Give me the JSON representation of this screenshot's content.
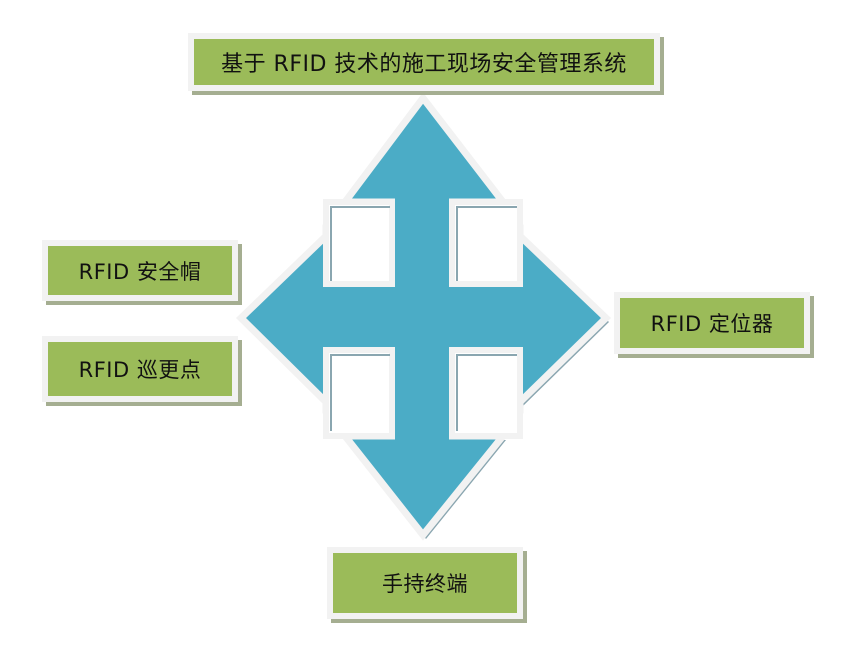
{
  "diagram": {
    "title": "基于 RFID 技术的施工现场安全管理系统",
    "center_shape": "four-way-arrow",
    "nodes": {
      "top": "基于 RFID 技术的施工现场安全管理系统",
      "left_upper": "RFID 安全帽",
      "left_lower": "RFID 巡更点",
      "right": "RFID 定位器",
      "bottom": "手持终端"
    },
    "colors": {
      "box_fill": "#9bbb59",
      "box_border": "#f2f2f2",
      "box_shadow": "#a5ae91",
      "arrow_fill": "#4bacc6",
      "arrow_outline": "#f2f2f2",
      "arrow_shadow": "#8aa6b0"
    }
  }
}
